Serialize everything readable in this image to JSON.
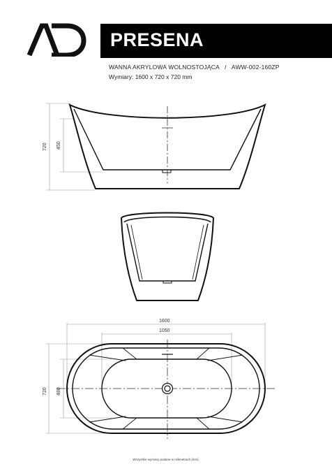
{
  "brand": {
    "logo_text": "AD"
  },
  "header": {
    "title": "PRESENA",
    "subtitle_product": "WANNA AKRYLOWA WOLNOSTOJĄCA",
    "subtitle_sep": "/",
    "subtitle_code": "AWW-002-160ZP",
    "dimensions": "Wymiary: 1600 x 720 x 720 mm"
  },
  "drawing": {
    "side_height_total": "720",
    "side_height_inner": "450",
    "top_length_total": "1600",
    "top_length_inner": "1050",
    "top_width_total": "720",
    "top_width_inner": "480"
  },
  "footer": {
    "note": "Wszystkie wymiary podane w milimetrach [mm]."
  },
  "colors": {
    "line": "#111111",
    "dim_line": "#999999",
    "header_bg": "#000000"
  }
}
